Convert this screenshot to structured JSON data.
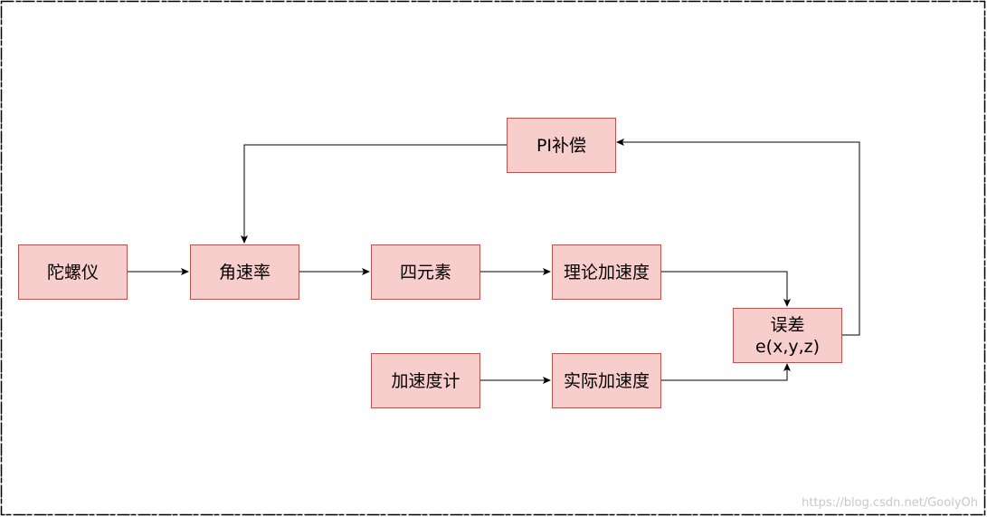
{
  "nodes": {
    "gyro": "陀螺仪",
    "angular_rate": "角速率",
    "quaternion": "四元素",
    "theory_accel": "理论加速度",
    "pi_comp": "PI补偿",
    "accelerometer": "加速度计",
    "actual_accel": "实际加速度",
    "error_line1": "误差",
    "error_line2": "e(x,y,z)"
  },
  "watermark": "https://blog.csdn.net/GoolyOh",
  "colors": {
    "node_fill": "#f8cecc",
    "node_stroke": "#b85450",
    "edge": "#000000"
  }
}
